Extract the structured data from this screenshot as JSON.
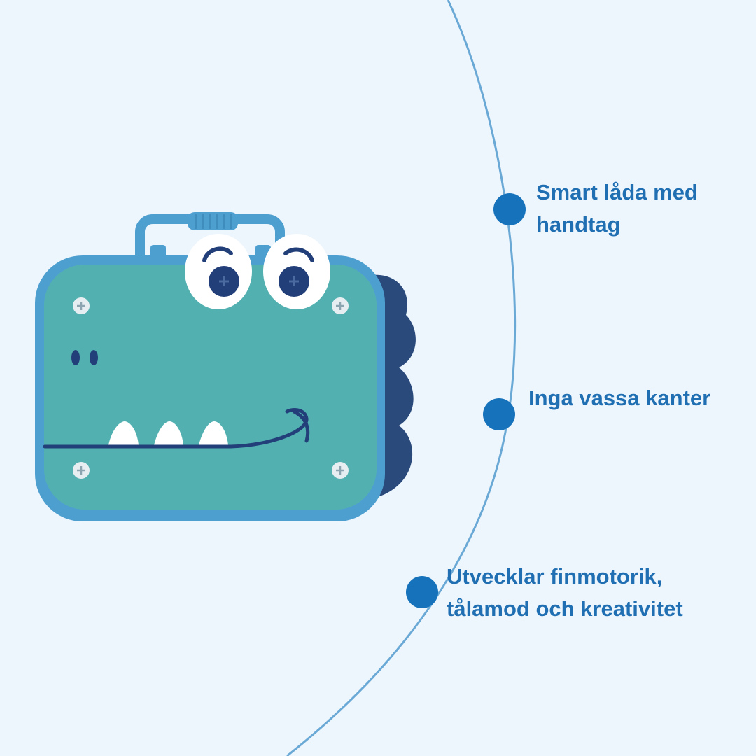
{
  "features": [
    {
      "lines": [
        "Smart låda med",
        "handtag"
      ]
    },
    {
      "lines": [
        "Inga vassa kanter"
      ]
    },
    {
      "lines": [
        "Utvecklar finmotorik,",
        "tålamod och kreativitet"
      ]
    }
  ],
  "colors": {
    "background": "#eef6fd",
    "curve": "#6aa9d6",
    "dot": "#1672bb",
    "text": "#1f6fb2",
    "box_body": "#52b1b0",
    "box_frame": "#4d9fd0",
    "spikes": "#2b4a7c",
    "navy": "#233f79"
  },
  "illustration": {
    "subject": "dinosaur-busy-box",
    "icons": [
      "handle-icon",
      "eye-icon",
      "screw-icon",
      "tooth-icon",
      "spike-icon"
    ]
  }
}
